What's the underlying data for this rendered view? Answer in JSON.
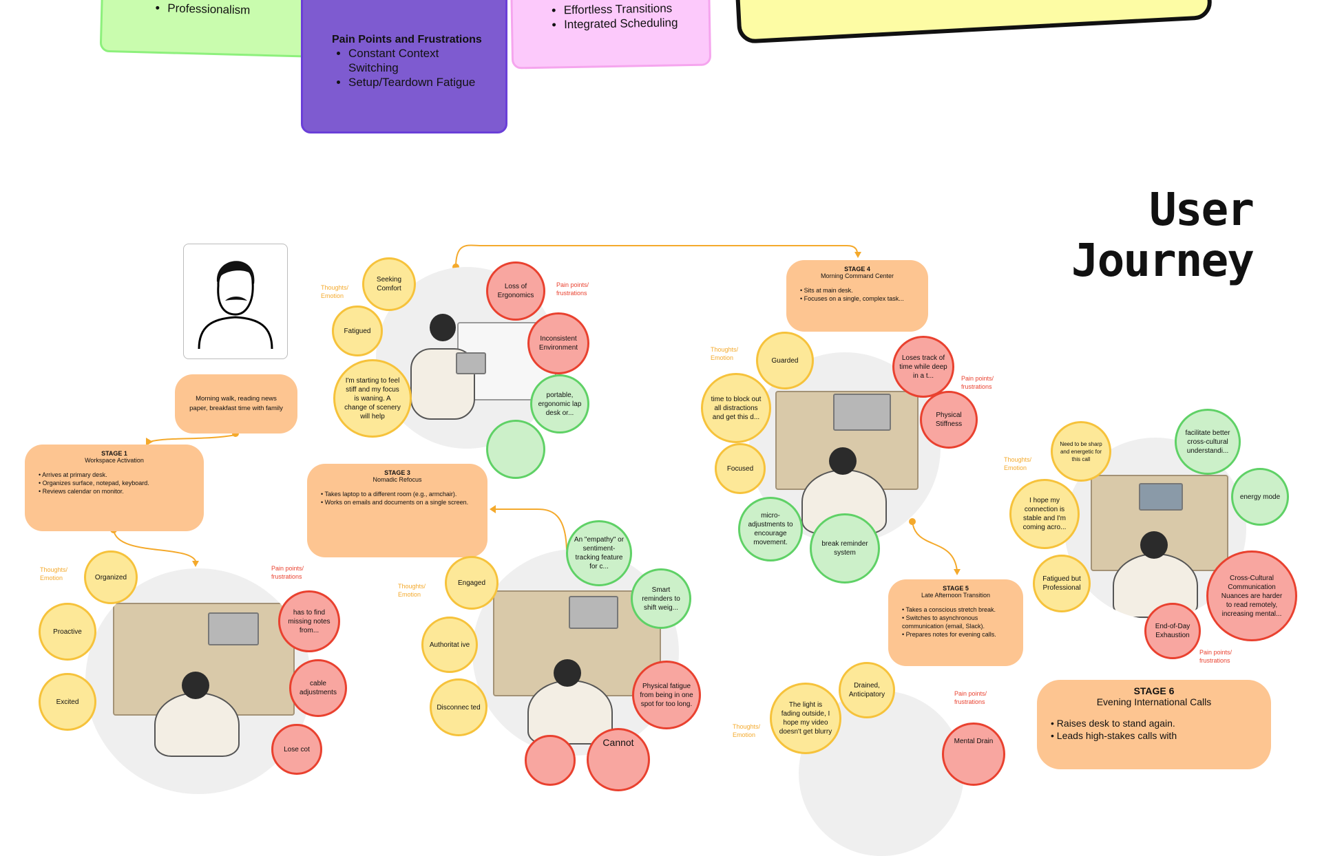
{
  "top_notes": {
    "green": {
      "items": [
        "Professionalism"
      ]
    },
    "purple": {
      "title": "Pain Points and Frustrations",
      "items": [
        "Constant Context Switching",
        "Setup/Teardown Fatigue"
      ]
    },
    "pink": {
      "items": [
        "Effortless Transitions",
        "Integrated Scheduling"
      ]
    }
  },
  "headline": {
    "line1": "User",
    "line2": "Journey"
  },
  "labels": {
    "thoughts": "Thoughts/ Emotion",
    "pain": "Pain points/ frustrations"
  },
  "persona_note": "Morning walk, reading news paper, breakfast time with family",
  "stages": [
    {
      "title": "STAGE 1",
      "name": "Workspace Activation",
      "items": [
        "Arrives at primary desk.",
        "Organizes surface, notepad, keyboard.",
        "Reviews calendar on monitor."
      ]
    },
    {
      "title": "STAGE 3",
      "name": "Nomadic Refocus",
      "items": [
        "Takes laptop to a different room (e.g., armchair).",
        "Works on emails and documents on a single screen."
      ]
    },
    {
      "title": "STAGE 4",
      "name": "Morning Command Center",
      "items": [
        "Sits at main desk.",
        "Focuses on a single, complex task..."
      ]
    },
    {
      "title": "STAGE 5",
      "name": "Late Afternoon Transition",
      "items": [
        "Takes a conscious stretch break.",
        "Switches to asynchronous communication (email, Slack).",
        "Prepares notes for evening calls."
      ]
    },
    {
      "title": "STAGE 6",
      "name": "Evening International Calls",
      "items": [
        "Raises desk to stand again.",
        "Leads high-stakes calls with"
      ]
    }
  ],
  "bubbles": {
    "s1_emotion": [
      "Organized",
      "Proactive",
      "Excited"
    ],
    "s1_pain": [
      "has to find missing notes from...",
      "cable adjustments",
      "Lose cot"
    ],
    "s2_emotion": [
      "Seeking Comfort",
      "Fatigued",
      "I'm starting to feel stiff and my focus is waning. A change of scenery will help"
    ],
    "s2_pain": [
      "Loss of Ergonomics",
      "Inconsistent Environment"
    ],
    "s2_idea": [
      "portable, ergonomic lap desk or...",
      ""
    ],
    "s3_emotion": [
      "Engaged",
      "Authoritat ive",
      "Disconnec ted"
    ],
    "s3_idea": [
      "An \"empathy\" or sentiment-tracking feature for c...",
      "Smart reminders to shift weig..."
    ],
    "s3_pain": [
      "Physical fatigue from being in one spot for too long.",
      "Cannot"
    ],
    "s4_emotion": [
      "Guarded",
      "time to block out all distractions and get this d...",
      "Focused"
    ],
    "s4_pain": [
      "Loses track of time while deep in a t...",
      "Physical Stiffness"
    ],
    "s4_idea": [
      "micro-adjustments to encourage movement.",
      "break reminder system"
    ],
    "s5_emotion": [
      "Drained, Anticipatory",
      "The light is fading outside, I hope my video doesn't get blurry"
    ],
    "s5_pain": [
      "Mental Drain"
    ],
    "s6_emotion": [
      "Need to be sharp and energetic for this call",
      "I hope my connection is stable and I'm coming acro...",
      "Fatigued but Professional"
    ],
    "s6_idea": [
      "facilitate better cross-cultural understandi...",
      "energy mode"
    ],
    "s6_pain": [
      "Cross-Cultural Communication Nuances are harder to read remotely, increasing mental...",
      "End-of-Day Exhaustion"
    ]
  },
  "colors": {
    "emotion": "#fde898",
    "pain": "#f8a6a0",
    "idea": "#ccf0c9",
    "stage": "#fdc591",
    "connector": "#f4a92b",
    "purple": "#7e5bd0",
    "green_note": "#c9fcae",
    "pink_note": "#fcc9fb",
    "yellow_note": "#fdfca4"
  }
}
